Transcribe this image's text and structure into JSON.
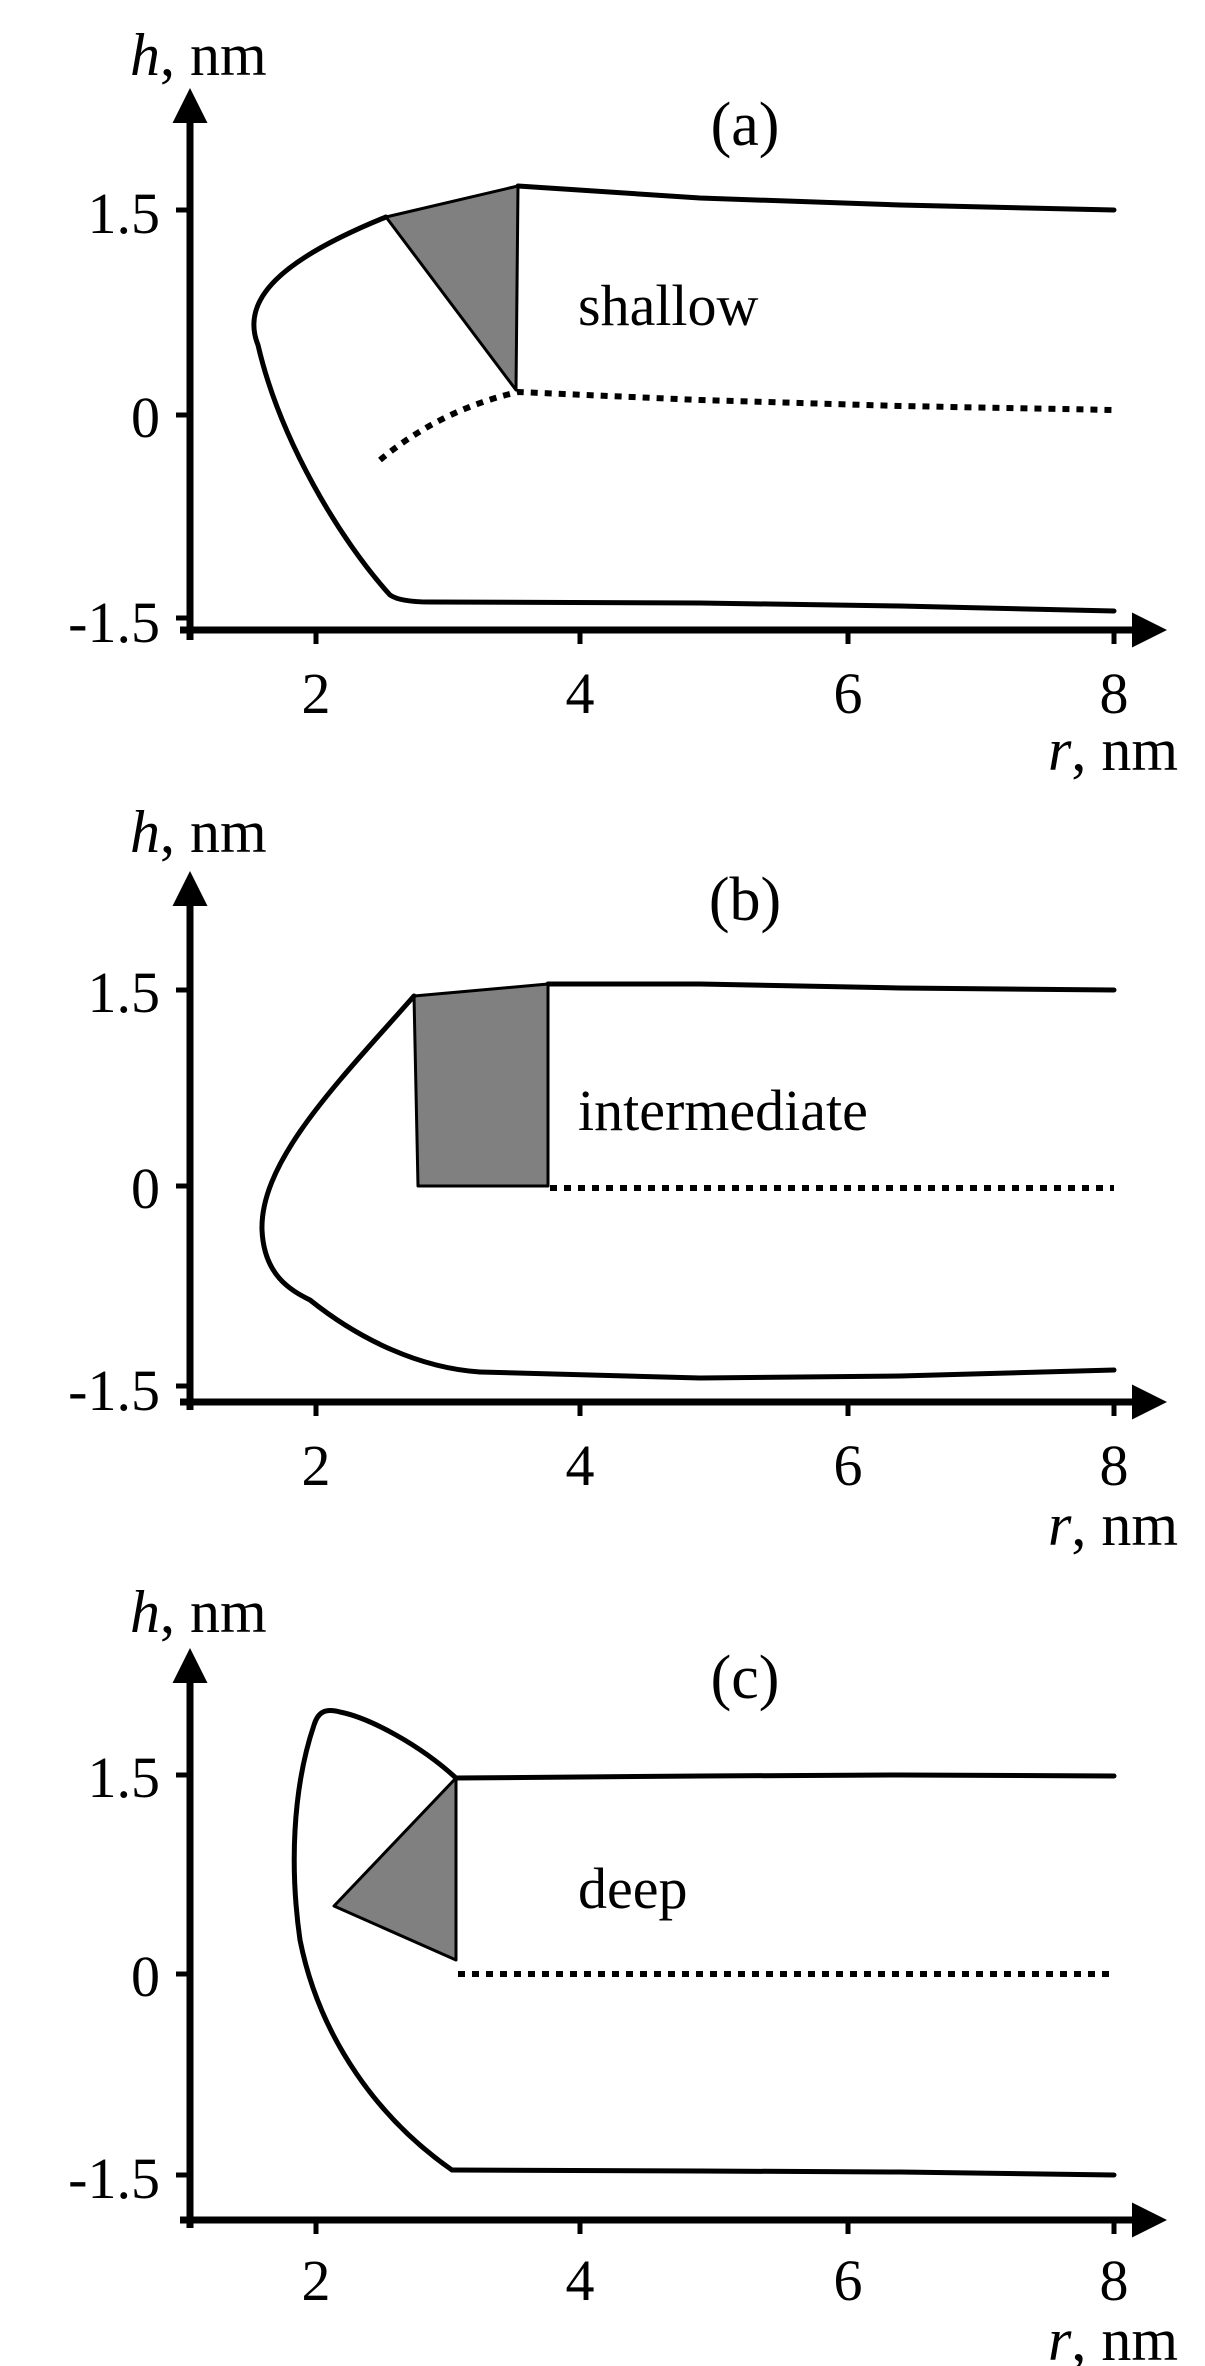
{
  "colors": {
    "line": "#000000",
    "shade": "#808080",
    "background": "#ffffff"
  },
  "axes": {
    "y_label_var": "h",
    "y_label_unit": ", nm",
    "x_label_var": "r",
    "x_label_unit": ", nm",
    "x_ticks": [
      "2",
      "4",
      "6",
      "8"
    ],
    "y_ticks": [
      "1.5",
      "0",
      "-1.5"
    ]
  },
  "panels": [
    {
      "id": "a",
      "label": "(a)",
      "region": "shallow"
    },
    {
      "id": "b",
      "label": "(b)",
      "region": "intermediate"
    },
    {
      "id": "c",
      "label": "(c)",
      "region": "deep"
    }
  ]
}
